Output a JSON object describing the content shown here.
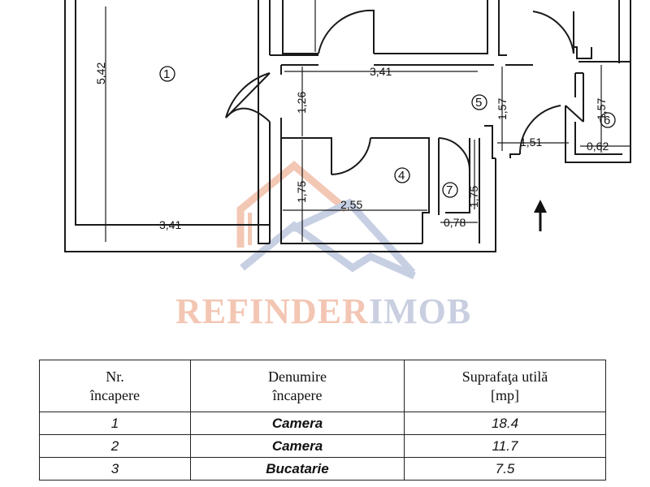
{
  "watermark": {
    "part1": "REFINDER",
    "part2": "IMOB"
  },
  "dimensions": {
    "d1": "3,41",
    "d2": "5,42",
    "d3": "1,26",
    "d4": "1,57",
    "d5": "1,57",
    "d6": "1,51",
    "d7": "0,62",
    "d8": "1,75",
    "d9": "2,55",
    "d10": "1,75",
    "d11": "0,78",
    "d12": "3,41"
  },
  "room_markers": {
    "r1": "1",
    "r4": "4",
    "r5": "5",
    "r6": "6",
    "r7": "7"
  },
  "table": {
    "headers": {
      "nr_line1": "Nr.",
      "nr_line2": "încapere",
      "name_line1": "Denumire",
      "name_line2": "încapere",
      "area_line1": "Suprafaţa utilă",
      "area_line2": "[mp]"
    },
    "rows": [
      {
        "nr": "1",
        "name": "Camera",
        "area": "18.4"
      },
      {
        "nr": "2",
        "name": "Camera",
        "area": "11.7"
      },
      {
        "nr": "3",
        "name": "Bucatarie",
        "area": "7.5"
      }
    ]
  }
}
